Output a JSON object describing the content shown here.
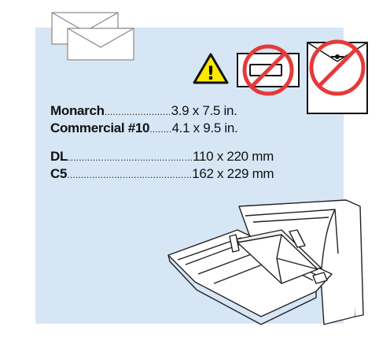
{
  "icons": {
    "envelopes": "envelope-stack-icon",
    "warning": "warning-triangle-icon",
    "warning_symbol": "!",
    "prohibited_window": "prohibited-window-envelope-icon",
    "prohibited_clasp": "prohibited-clasp-envelope-icon",
    "tray": "bypass-tray-envelope-illustration"
  },
  "colors": {
    "panel": "#d7e6f5",
    "prohibited": "#e53a3a",
    "warning": "#ffe800"
  },
  "sizes_us": [
    {
      "name": "Monarch",
      "dots": "........................",
      "value": "3.9 x 7.5 in."
    },
    {
      "name": "Commercial #10",
      "dots": "........",
      "value": "4.1 x 9.5 in."
    }
  ],
  "sizes_metric": [
    {
      "name": "DL",
      "dots": ".............................................",
      "value": "110 x 220 mm"
    },
    {
      "name": "C5",
      "dots": ".............................................",
      "value": "162 x 229 mm"
    }
  ]
}
